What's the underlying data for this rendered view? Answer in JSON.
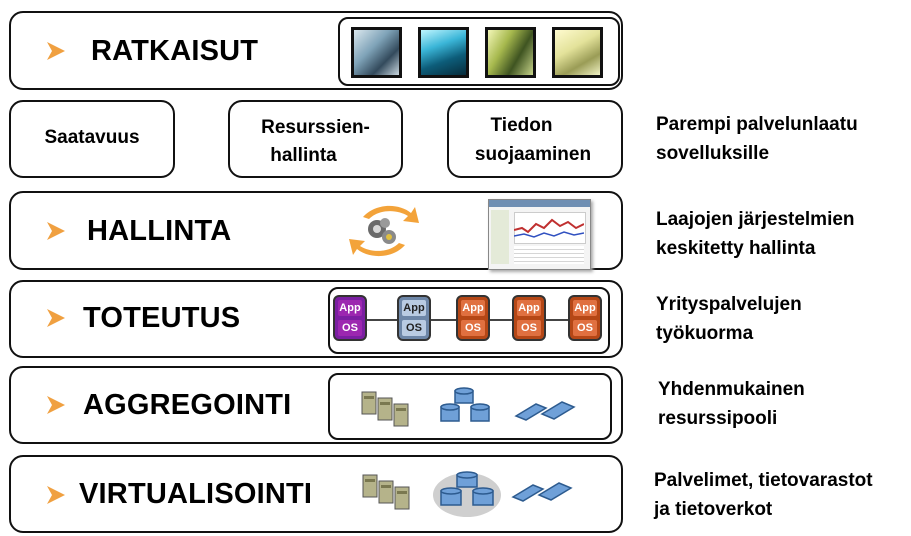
{
  "layers": {
    "ratkaisut": "RATKAISUT",
    "hallinta": "HALLINTA",
    "toteutus": "TOTEUTUS",
    "aggregointi": "AGGREGOINTI",
    "virtualisointi": "VIRTUALISOINTI"
  },
  "services": {
    "saatavuus": "Saatavuus",
    "resurssien_line1": "Resurssien-",
    "resurssien_line2": "hallinta",
    "tiedon_line1": "Tiedon",
    "tiedon_line2": "suojaaminen"
  },
  "side_labels": {
    "row2_line1": "Parempi palvelunlaatu",
    "row2_line2": "sovelluksille",
    "row3_line1": "Laajojen järjestelmien",
    "row3_line2": "keskitetty hallinta",
    "row4_line1": "Yrityspalvelujen",
    "row4_line2": "työkuorma",
    "row5_line1": "Yhdenmukainen",
    "row5_line2": "resurssipooli",
    "row6_line1": "Palvelimet, tietovarastot",
    "row6_line2": "ja tietoverkot"
  },
  "vm": {
    "app": "App",
    "os": "OS"
  },
  "colors": {
    "arrow": "#f0a040",
    "vm_purple": "#7b1fa2",
    "vm_blue": "#8fa9c9",
    "vm_orange": "#c8501e",
    "server": "#9a9a6a",
    "storage": "#5a8ec8",
    "network": "#5a8ec8"
  },
  "icons": [
    "gears-refresh-icon",
    "monitoring-screenshot-icon",
    "server-icon",
    "storage-icon",
    "network-switch-icon"
  ]
}
